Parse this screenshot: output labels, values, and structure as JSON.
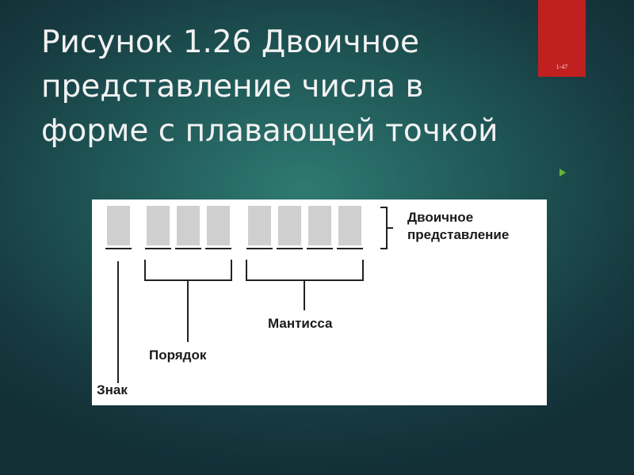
{
  "slide": {
    "title_lines": [
      "Рисунок 1.26  Двоичное",
      "представление числа в",
      "форме с плавающей точкой"
    ],
    "slide_number": "1-47",
    "accent_color": "#c0201f",
    "bullet_icon": "play-arrow-icon"
  },
  "figure": {
    "binary_label_lines": [
      "Двоичное",
      "представление"
    ],
    "mantissa_label": "Мантисса",
    "order_label": "Порядок",
    "sign_label": "Знак",
    "groups": {
      "sign_bits": 1,
      "order_bits": 3,
      "mantissa_bits": 4
    }
  }
}
